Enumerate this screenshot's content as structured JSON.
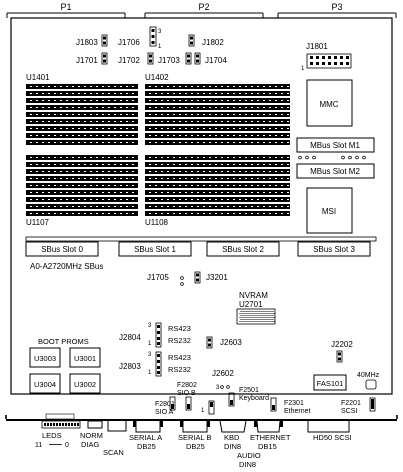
{
  "diagram": {
    "connectors_top": [
      "P1",
      "P2",
      "P3"
    ],
    "jumpers": {
      "j1803": "J1803",
      "j1706": "J1706",
      "j1802": "J1802",
      "j1701": "J1701",
      "j1702": "J1702",
      "j1703": "J1703",
      "j1704": "J1704",
      "j1801": "J1801",
      "j1705": "J1705",
      "j3201": "J3201",
      "j2804": "J2804",
      "j2803": "J2803",
      "j2603": "J2603",
      "j2602": "J2602",
      "j2202": "J2202"
    },
    "pin_numbers": {
      "three": "3",
      "one": "1"
    },
    "ic_labels": {
      "u1401": "U1401",
      "u1402": "U1402",
      "u1107": "U1107",
      "u1108": "U1108"
    },
    "mmc": "MMC",
    "msi": "MSI",
    "mbus_slots": [
      "MBus Slot M1",
      "MBus Slot M2"
    ],
    "sbus_slots": [
      "SBus Slot 0",
      "SBus Slot 1",
      "SBus Slot 2",
      "SBus Slot 3"
    ],
    "sbus_note": "A0-A2720MHz SBus",
    "nvram": [
      "NVRAM",
      "U2701"
    ],
    "rs_labels": [
      "RS423",
      "RS232",
      "RS423",
      "RS232"
    ],
    "boot_proms": {
      "title": "BOOT PROMS",
      "chips": [
        "U3003",
        "U3001",
        "U3004",
        "U3002"
      ]
    },
    "fuses": {
      "f2802": [
        "F2802",
        "SIO B"
      ],
      "f2801": [
        "F2801",
        "SIO A"
      ],
      "f2501": [
        "F2501",
        "Keyboard"
      ],
      "f2301": [
        "F2301",
        "Ethernet"
      ],
      "f2201": [
        "F2201",
        "SCSI"
      ]
    },
    "fas": "FAS101",
    "clock": "40MHz",
    "leds": {
      "title": "LEDS",
      "range_hi": "11",
      "range_lo": "0"
    },
    "bottom_ports": [
      [
        "NORM",
        "DIAG"
      ],
      [
        "SCAN"
      ],
      [
        "SERIAL A",
        "DB25"
      ],
      [
        "SERIAL B",
        "DB25"
      ],
      [
        "KBD",
        "DIN8"
      ],
      [
        "AUDIO",
        "DIN8"
      ],
      [
        "ETHERNET",
        "DB15"
      ],
      [
        "HD50 SCSI"
      ]
    ]
  }
}
